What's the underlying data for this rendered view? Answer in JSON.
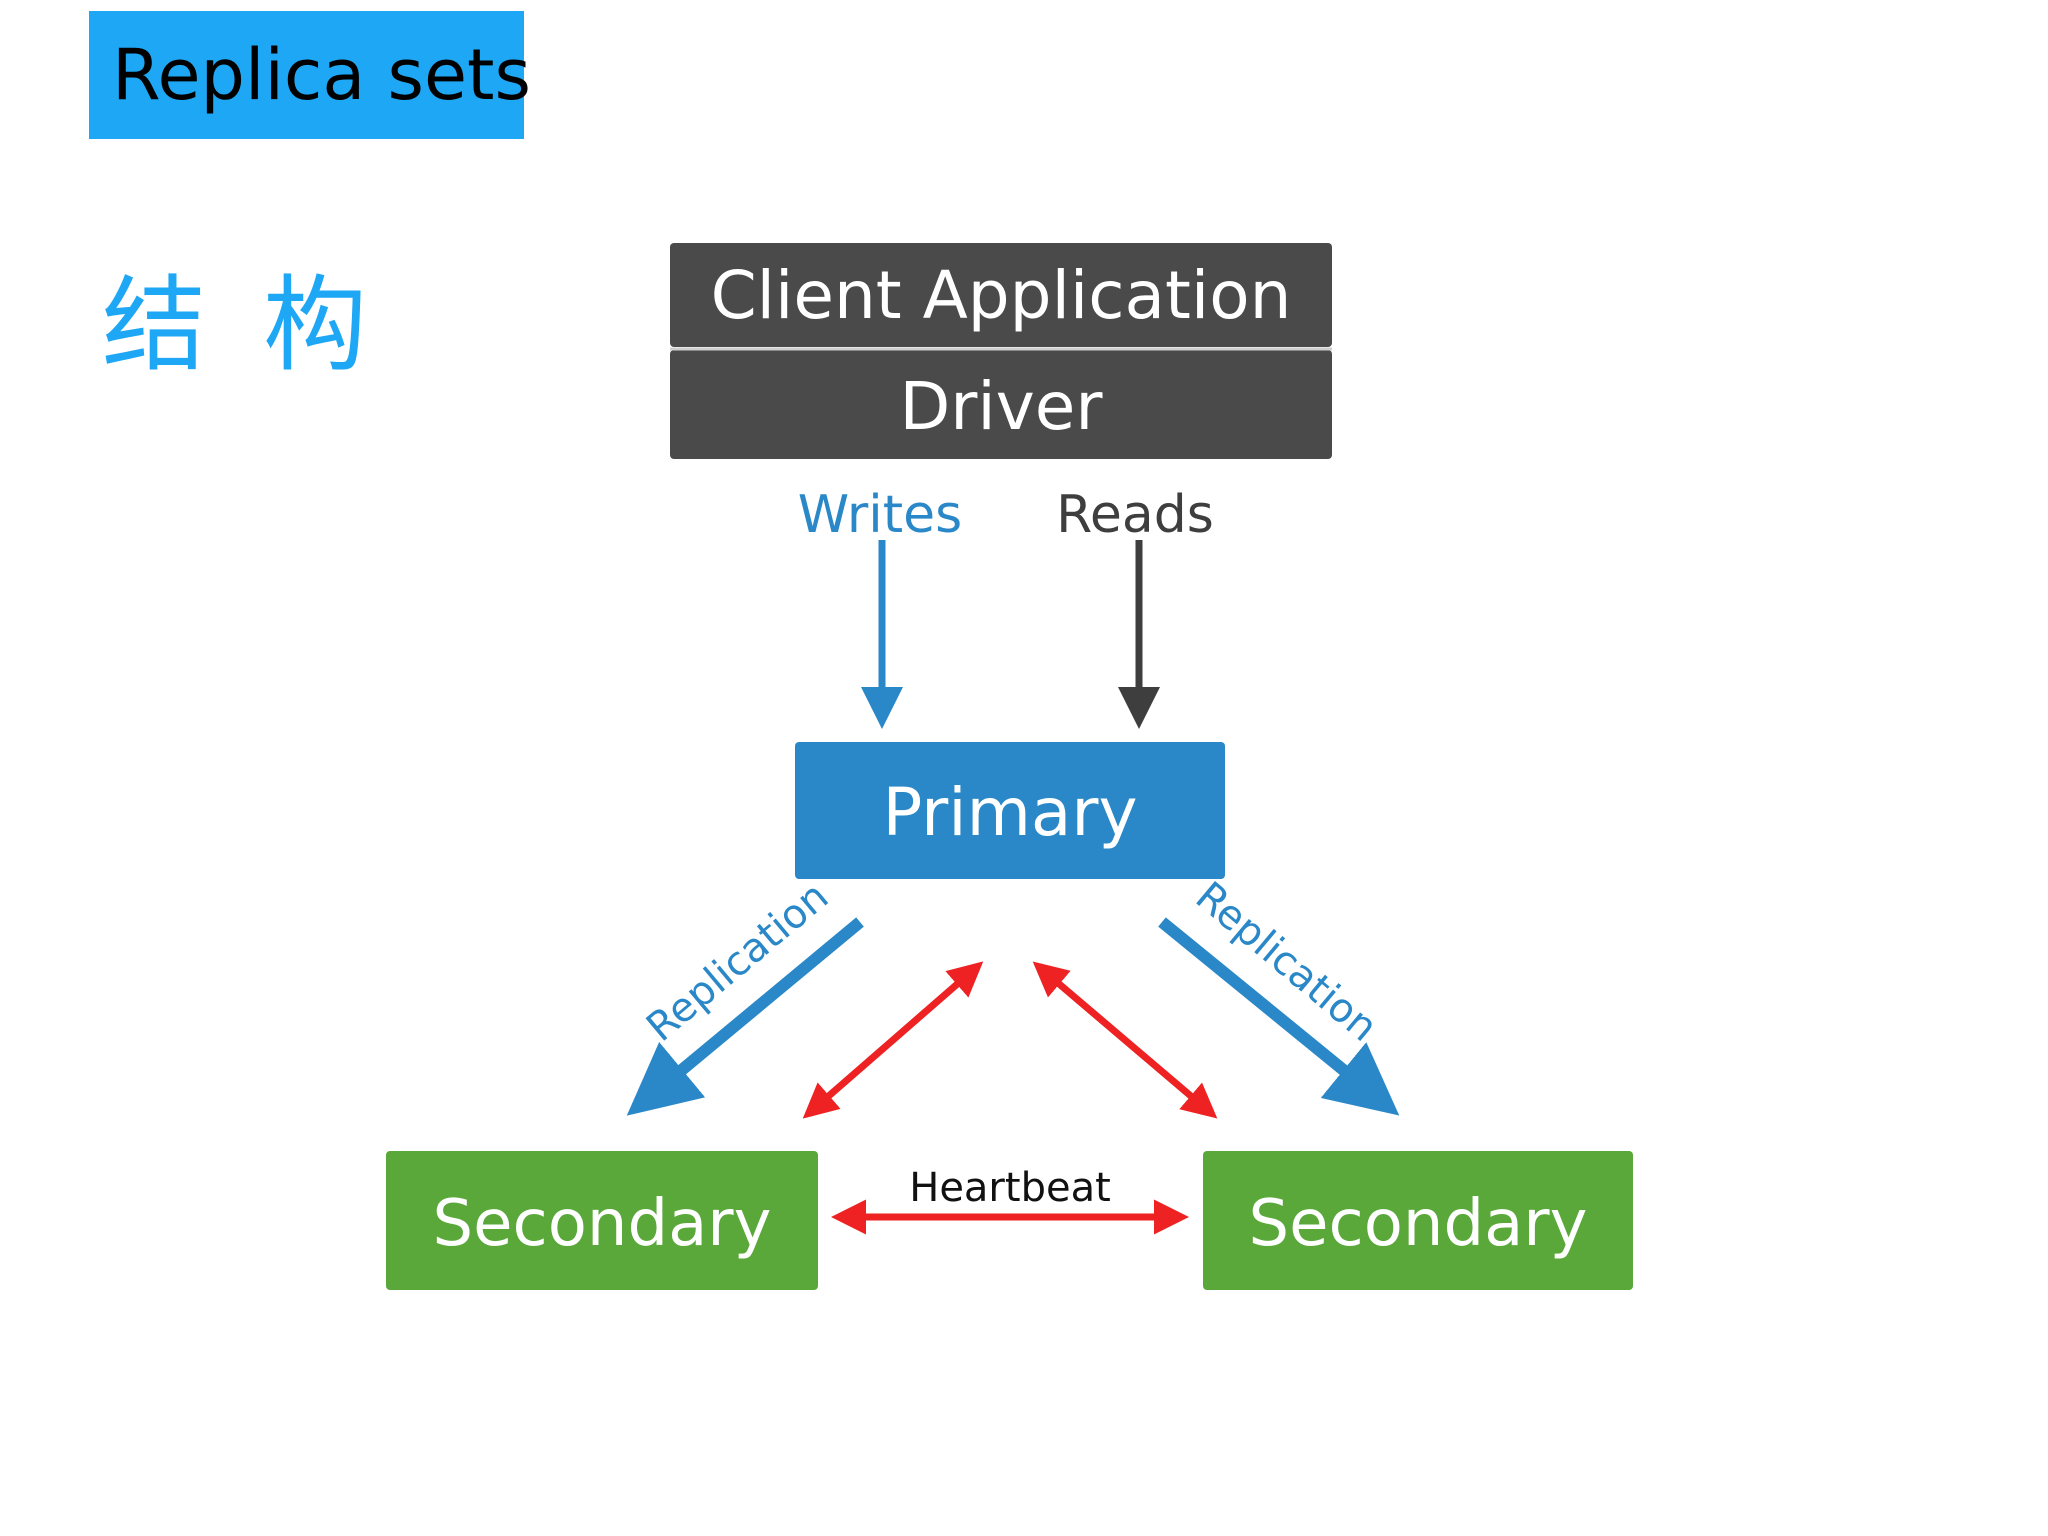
{
  "slide": {
    "title": "Replica sets",
    "subtitle": "结 构"
  },
  "diagram": {
    "client_application_label": "Client Application",
    "driver_label": "Driver",
    "writes_label": "Writes",
    "reads_label": "Reads",
    "primary_label": "Primary",
    "secondary_left_label": "Secondary",
    "secondary_right_label": "Secondary",
    "replication_left_label": "Replication",
    "replication_right_label": "Replication",
    "heartbeat_label": "Heartbeat"
  },
  "colors": {
    "title_bg": "#1ea7f4",
    "client_box": "#4a4a4a",
    "primary_box": "#2a88c8",
    "secondary_box": "#5aa83a",
    "write_arrow": "#2a88c8",
    "read_arrow": "#3e3e3e",
    "heartbeat_arrow": "#ee2222"
  }
}
